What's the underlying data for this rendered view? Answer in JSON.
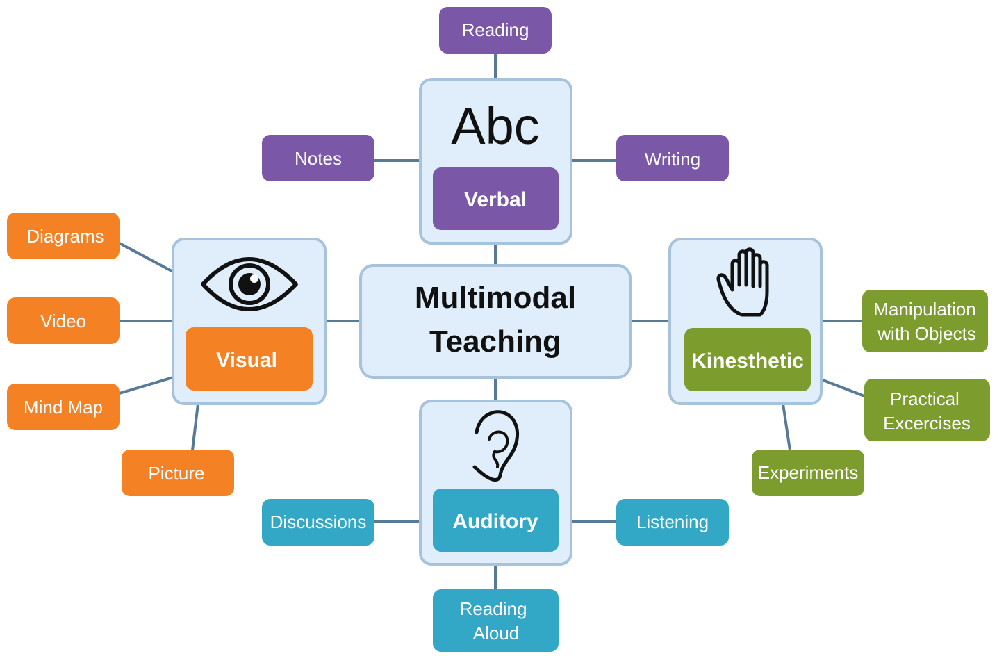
{
  "center": {
    "title_line1": "Multimodal",
    "title_line2": "Teaching"
  },
  "colors": {
    "verbal": "#7b57a8",
    "visual": "#f48124",
    "auditory": "#33a7c6",
    "kinesthetic": "#7c9c2e",
    "panel_fill": "#e0eefb",
    "panel_border": "#a7c3dc",
    "connector": "#587a96"
  },
  "modes": {
    "verbal": {
      "label": "Verbal",
      "icon_text": "Abc",
      "leaves": {
        "reading": "Reading",
        "notes": "Notes",
        "writing": "Writing"
      }
    },
    "visual": {
      "label": "Visual",
      "icon": "eye-icon",
      "leaves": {
        "diagrams": "Diagrams",
        "video": "Video",
        "mind_map": "Mind Map",
        "picture": "Picture"
      }
    },
    "kinesthetic": {
      "label": "Kinesthetic",
      "icon": "hand-icon",
      "leaves": {
        "manipulation_line1": "Manipulation",
        "manipulation_line2": "with Objects",
        "practical_line1": "Practical",
        "practical_line2": "Excercises",
        "experiments": "Experiments"
      }
    },
    "auditory": {
      "label": "Auditory",
      "icon": "ear-icon",
      "leaves": {
        "discussions": "Discussions",
        "listening": "Listening",
        "reading_aloud_line1": "Reading",
        "reading_aloud_line2": "Aloud"
      }
    }
  }
}
